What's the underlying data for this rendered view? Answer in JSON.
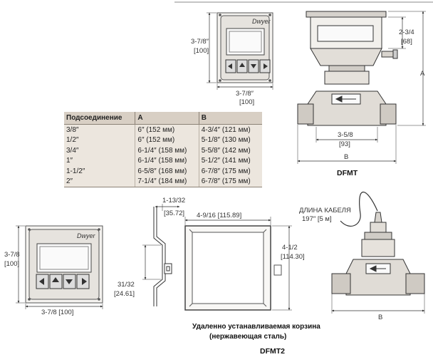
{
  "table": {
    "headers": [
      "Подсоединение",
      "A",
      "B"
    ],
    "rows": [
      [
        "3/8″",
        "6″ (152 мм)",
        "4-3/4″ (121 мм)"
      ],
      [
        "1/2″",
        "6″ (152 мм)",
        "5-1/8″ (130 мм)"
      ],
      [
        "3/4″",
        "6-1/4″ (158 мм)",
        "5-5/8″ (142 мм)"
      ],
      [
        "1″",
        "6-1/4″ (158 мм)",
        "5-1/2″ (141 мм)"
      ],
      [
        "1-1/2″",
        "6-5/8″ (168 мм)",
        "6-7/8″ (175 мм)"
      ],
      [
        "2″",
        "7-1/4″ (184 мм)",
        "6-7/8″ (175 мм)"
      ]
    ]
  },
  "dfmt": {
    "caption": "DFMT",
    "front_height": "3-7/8″",
    "front_height_mm": "[100]",
    "front_width": "3-7/8″",
    "front_width_mm": "[100]",
    "housing_height": "2-3/4",
    "housing_height_mm": "[68]",
    "label_a": "A",
    "body_width": "3-5/8",
    "body_width_mm": "[93]",
    "label_b": "B",
    "brand": "Dwyer"
  },
  "dfmt2": {
    "caption": "DFMT2",
    "panel_height": "3-7/8",
    "panel_height_mm": "[100]",
    "panel_width": "3-7/8 [100]",
    "bracket_top": "1-13/32",
    "bracket_top_mm": "[35.72]",
    "bracket_side": "31/32",
    "bracket_side_mm": "[24.61]",
    "basket_width": "4-9/16 [115.89]",
    "basket_height": "4-1/2",
    "basket_height_mm": "[114.30]",
    "basket_caption_1": "Удаленно устанавливаемая корзина",
    "basket_caption_2": "(нержавеющая сталь)",
    "cable_label": "ДЛИНА КАБЕЛЯ",
    "cable_length": "197″ [5 м]",
    "label_b": "B",
    "brand": "Dwyer"
  }
}
